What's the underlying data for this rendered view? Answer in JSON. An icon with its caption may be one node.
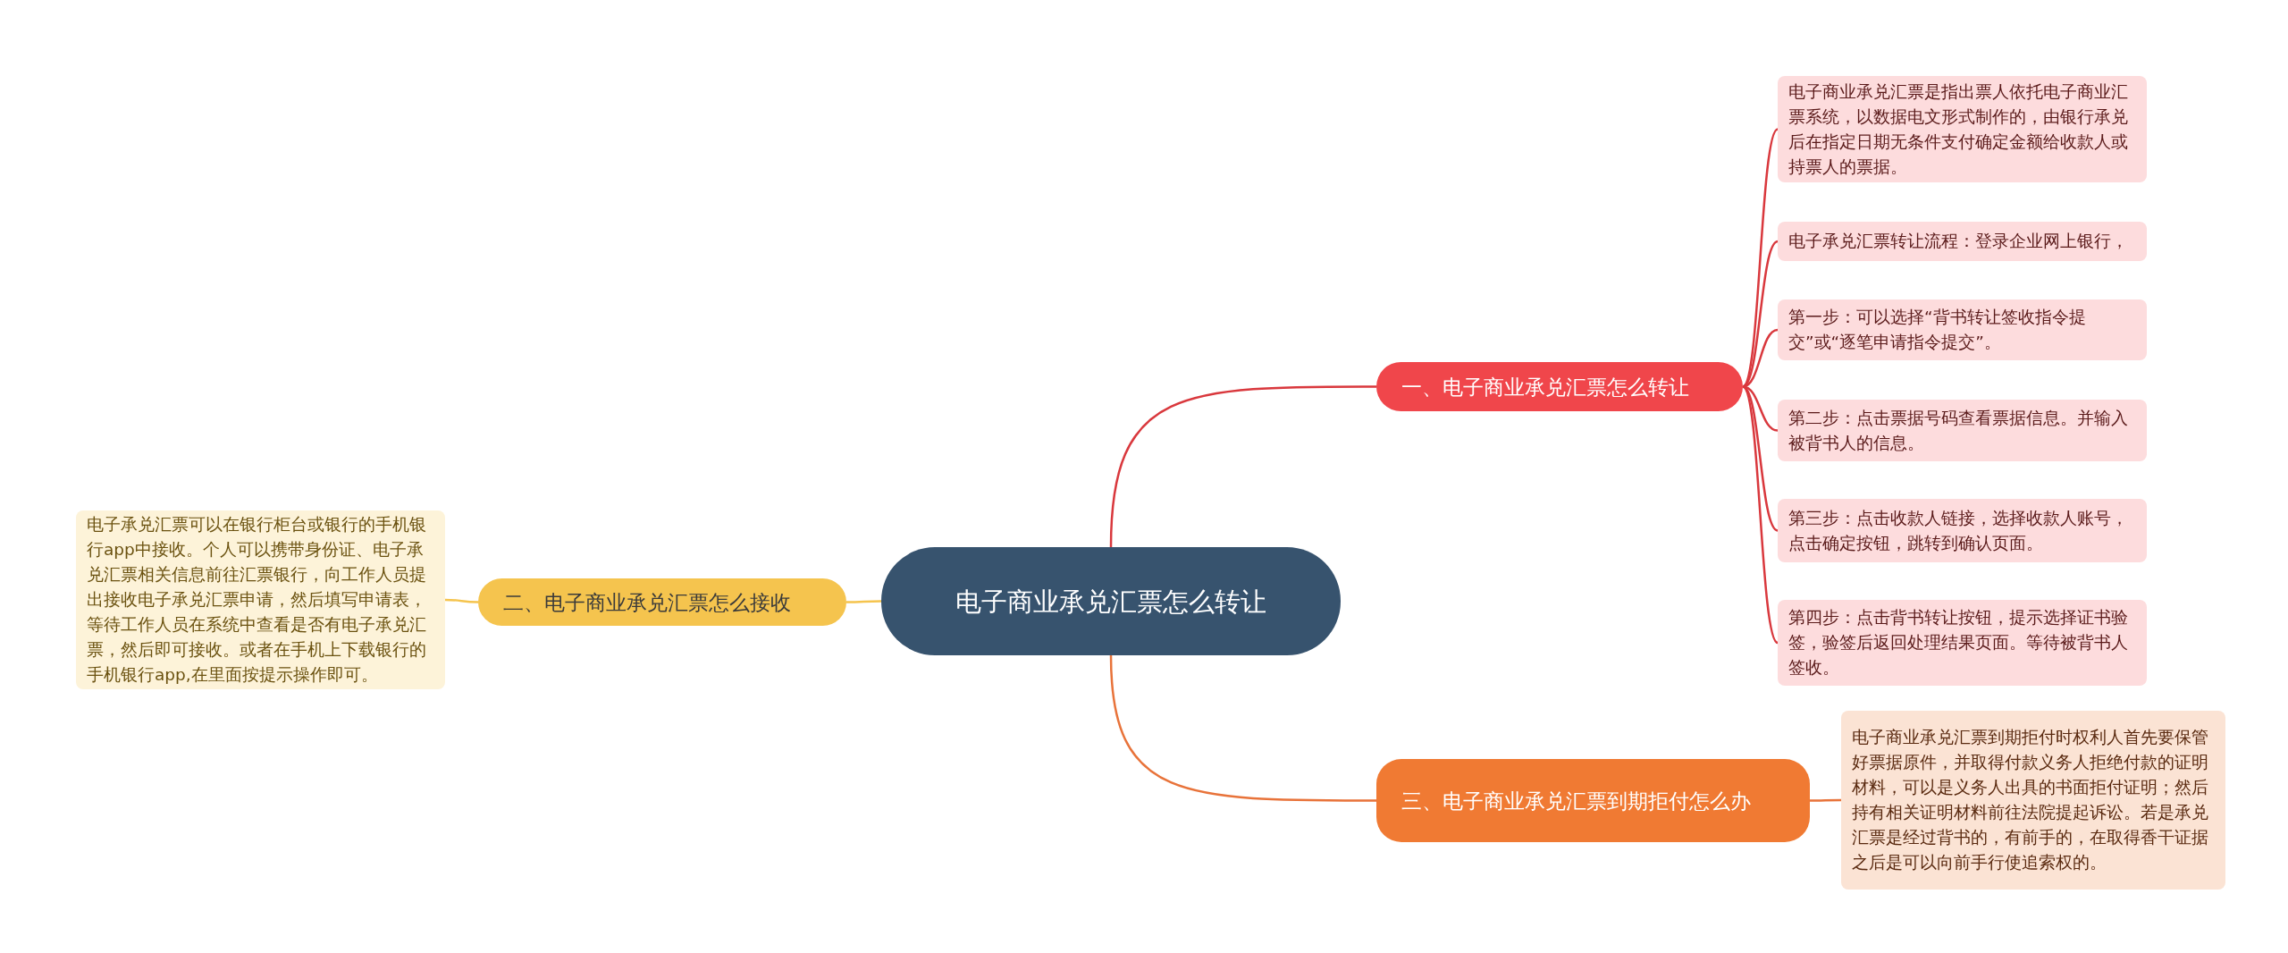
{
  "diagram": {
    "nodes": [
      {
        "text": [
          "电子商业承兑汇票怎么转让"
        ]
      },
      {
        "text": [
          "一、电子商业承兑汇票怎么转让"
        ]
      },
      {
        "text": [
          "电子商业承兑汇票是指出票人依托电子商业汇票系统，以数据电文形式制作的，由银行承兑后在指定日期无条件支付确定金额给收款人或持票人的票据。"
        ]
      },
      {
        "text": [
          "电子承兑汇票转让流程：登录企业网上银行，"
        ]
      },
      {
        "text": [
          "第一步：可以选择“背书转让签收指令提交”或“逐笔申请指令提交”。"
        ]
      },
      {
        "text": [
          "第二步：点击票据号码查看票据信息。并输入被背书人的信息。"
        ]
      },
      {
        "text": [
          "第三步：点击收款人链接，选择收款人账号，点击确定按钮，跳转到确认页面。"
        ]
      },
      {
        "text": [
          "第四步：点击背书转让按钮，提示选择证书验签，验签后返回处理结果页面。等待被背书人签收。"
        ]
      },
      {
        "text": [
          "二、电子商业承兑汇票怎么接收"
        ]
      },
      {
        "text": [
          "电子承兑汇票可以在银行柜台或银行的手机银行app中接收。个人可以携带身份证、电子承兑汇票相关信息前往汇票银行，向工作人员提出接收电子承兑汇票申请，然后填写申请表，等待工作人员在系统中查看是否有电子承兑汇票，然后即可接收。或者在手机上下载银行的手机银行app,在里面按提示操作即可。"
        ]
      },
      {
        "text": [
          "三、电子商业承兑汇票到期拒付怎么办"
        ]
      },
      {
        "text": [
          "电子商业承兑汇票到期拒付时权利人首先要保管好票据原件，并取得付款义务人拒绝付款的证明材料，可以是义务人出具的书面拒付证明；然后持有相关证明材料前往法院提起诉讼。若是承兑汇票是经过背书的，有前手的，在取得香干证据之后是可以向前手行使追索权的。"
        ]
      }
    ],
    "edges": [
      {
        "from": 0,
        "to": 1,
        "arrow": "none"
      },
      {
        "from": 1,
        "to": 2,
        "arrow": "none"
      },
      {
        "from": 1,
        "to": 3,
        "arrow": "none"
      },
      {
        "from": 1,
        "to": 4,
        "arrow": "none"
      },
      {
        "from": 1,
        "to": 5,
        "arrow": "none"
      },
      {
        "from": 1,
        "to": 6,
        "arrow": "none"
      },
      {
        "from": 1,
        "to": 7,
        "arrow": "none"
      },
      {
        "from": 0,
        "to": 8,
        "arrow": "none",
        "color": "#f5c44e"
      },
      {
        "from": 8,
        "to": 9,
        "arrow": "none",
        "color": "#f5c44e"
      },
      {
        "from": 0,
        "to": 10,
        "arrow": "none",
        "color": "#e8733a"
      },
      {
        "from": 10,
        "to": 11,
        "arrow": "none",
        "color": "#e8733a"
      }
    ]
  }
}
